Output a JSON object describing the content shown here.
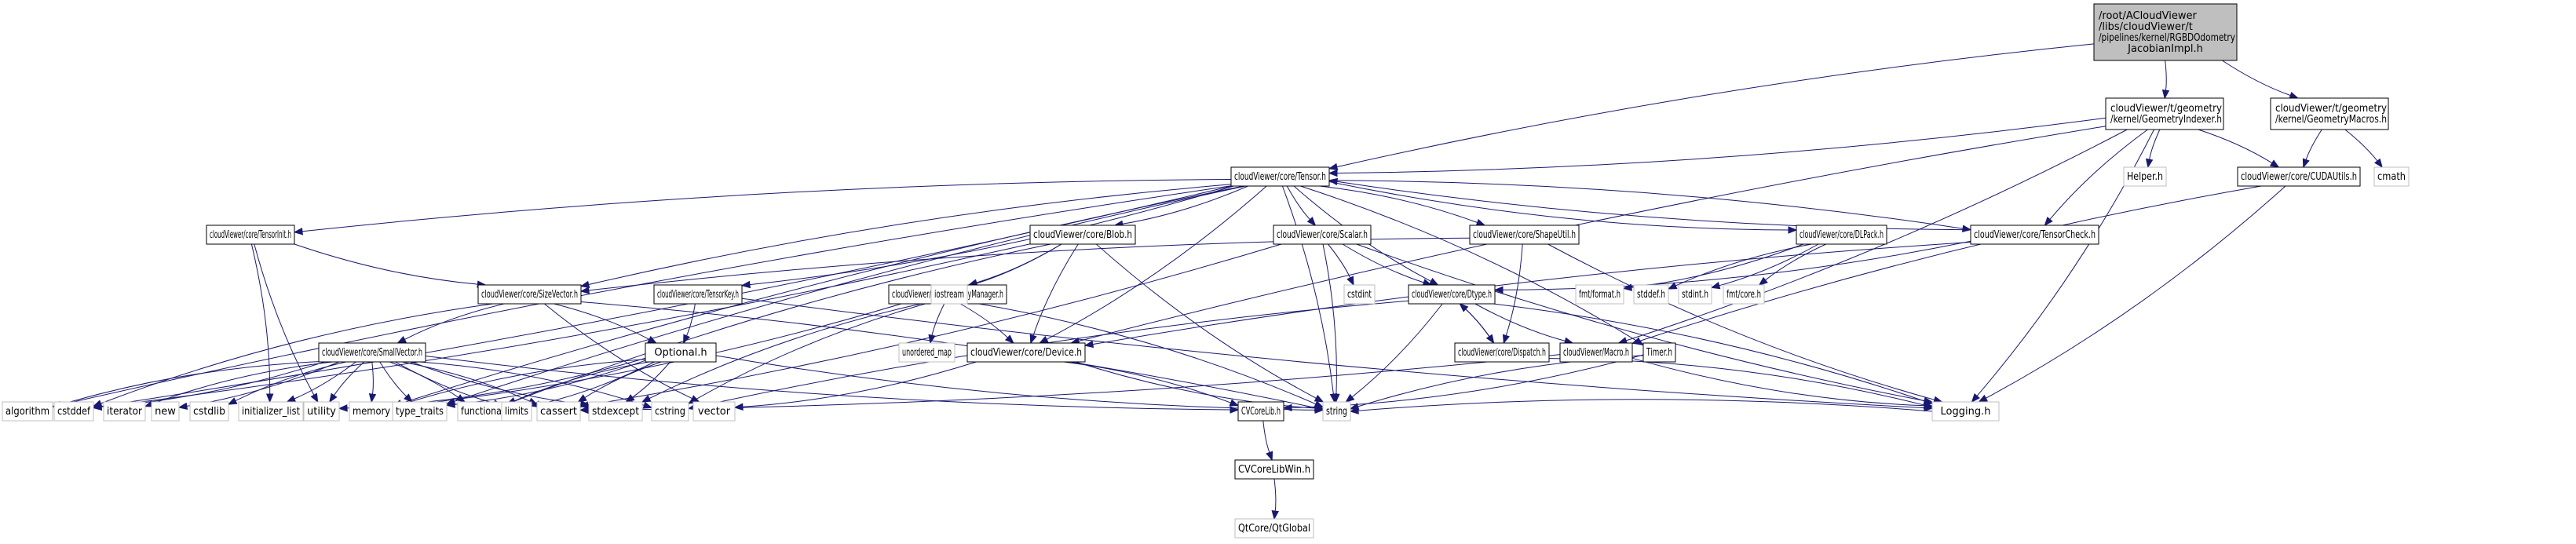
{
  "diagram": {
    "type": "include-dependency-graph",
    "colors": {
      "edge": "#191970",
      "main_fill": "#bfbfbf",
      "doc_border": "#000000",
      "ext_border": "#bfbfbf"
    },
    "nodes": [
      {
        "id": "root",
        "kind": "main",
        "lines": [
          "/root/ACloudViewer",
          "/libs/cloudViewer/t",
          "/pipelines/kernel/RGBDOdometry",
          "JacobianImpl.h"
        ]
      },
      {
        "id": "geomindexer",
        "kind": "doc",
        "lines": [
          "cloudViewer/t/geometry",
          "/kernel/GeometryIndexer.h"
        ]
      },
      {
        "id": "geommacros",
        "kind": "doc",
        "lines": [
          "cloudViewer/t/geometry",
          "/kernel/GeometryMacros.h"
        ]
      },
      {
        "id": "tensor",
        "kind": "doc",
        "lines": [
          "cloudViewer/core/Tensor.h"
        ]
      },
      {
        "id": "helper",
        "kind": "ext",
        "lines": [
          "Helper.h"
        ]
      },
      {
        "id": "cudautils",
        "kind": "doc",
        "lines": [
          "cloudViewer/core/CUDAUtils.h"
        ]
      },
      {
        "id": "cmath",
        "kind": "ext",
        "lines": [
          "cmath"
        ]
      },
      {
        "id": "tensorinit",
        "kind": "doc",
        "lines": [
          "cloudViewer/core/TensorInit.h"
        ]
      },
      {
        "id": "blob",
        "kind": "doc",
        "lines": [
          "cloudViewer/core/Blob.h"
        ]
      },
      {
        "id": "scalar",
        "kind": "doc",
        "lines": [
          "cloudViewer/core/Scalar.h"
        ]
      },
      {
        "id": "shapeutil",
        "kind": "doc",
        "lines": [
          "cloudViewer/core/ShapeUtil.h"
        ]
      },
      {
        "id": "dlpack",
        "kind": "doc",
        "lines": [
          "cloudViewer/core/DLPack.h"
        ]
      },
      {
        "id": "tensorcheck",
        "kind": "doc",
        "lines": [
          "cloudViewer/core/TensorCheck.h"
        ]
      },
      {
        "id": "sizevector",
        "kind": "doc",
        "lines": [
          "cloudViewer/core/SizeVector.h"
        ]
      },
      {
        "id": "tensorkey",
        "kind": "doc",
        "lines": [
          "cloudViewer/core/TensorKey.h"
        ]
      },
      {
        "id": "memorymanager",
        "kind": "doc",
        "lines": [
          "cloudViewer/core/MemoryManager.h"
        ]
      },
      {
        "id": "iostream",
        "kind": "ext",
        "lines": [
          "iostream"
        ]
      },
      {
        "id": "cstdint",
        "kind": "ext",
        "lines": [
          "cstdint"
        ]
      },
      {
        "id": "dtype",
        "kind": "doc",
        "lines": [
          "cloudViewer/core/Dtype.h"
        ]
      },
      {
        "id": "fmtformat",
        "kind": "ext",
        "lines": [
          "fmt/format.h"
        ]
      },
      {
        "id": "stddef",
        "kind": "ext",
        "lines": [
          "stddef.h"
        ]
      },
      {
        "id": "stdint",
        "kind": "ext",
        "lines": [
          "stdint.h"
        ]
      },
      {
        "id": "fmtcore",
        "kind": "ext",
        "lines": [
          "fmt/core.h"
        ]
      },
      {
        "id": "smallvector",
        "kind": "doc",
        "lines": [
          "cloudViewer/core/SmallVector.h"
        ]
      },
      {
        "id": "optional",
        "kind": "doc",
        "lines": [
          "Optional.h"
        ]
      },
      {
        "id": "unordered_map",
        "kind": "ext",
        "lines": [
          "unordered_map"
        ]
      },
      {
        "id": "device",
        "kind": "doc",
        "lines": [
          "cloudViewer/core/Device.h"
        ]
      },
      {
        "id": "dispatch",
        "kind": "doc",
        "lines": [
          "cloudViewer/core/Dispatch.h"
        ]
      },
      {
        "id": "macro",
        "kind": "doc",
        "lines": [
          "cloudViewer/Macro.h"
        ]
      },
      {
        "id": "timer",
        "kind": "doc",
        "lines": [
          "Timer.h"
        ]
      },
      {
        "id": "algorithm",
        "kind": "ext",
        "lines": [
          "algorithm"
        ]
      },
      {
        "id": "cstddef",
        "kind": "ext",
        "lines": [
          "cstddef"
        ]
      },
      {
        "id": "iterator",
        "kind": "ext",
        "lines": [
          "iterator"
        ]
      },
      {
        "id": "new",
        "kind": "ext",
        "lines": [
          "new"
        ]
      },
      {
        "id": "cstdlib",
        "kind": "ext",
        "lines": [
          "cstdlib"
        ]
      },
      {
        "id": "initializer_list",
        "kind": "ext",
        "lines": [
          "initializer_list"
        ]
      },
      {
        "id": "utility",
        "kind": "ext",
        "lines": [
          "utility"
        ]
      },
      {
        "id": "memory",
        "kind": "ext",
        "lines": [
          "memory"
        ]
      },
      {
        "id": "type_traits",
        "kind": "ext",
        "lines": [
          "type_traits"
        ]
      },
      {
        "id": "functional",
        "kind": "ext",
        "lines": [
          "functional"
        ]
      },
      {
        "id": "limits",
        "kind": "ext",
        "lines": [
          "limits"
        ]
      },
      {
        "id": "cassert",
        "kind": "ext",
        "lines": [
          "cassert"
        ]
      },
      {
        "id": "stdexcept",
        "kind": "ext",
        "lines": [
          "stdexcept"
        ]
      },
      {
        "id": "cstring",
        "kind": "ext",
        "lines": [
          "cstring"
        ]
      },
      {
        "id": "vector",
        "kind": "ext",
        "lines": [
          "vector"
        ]
      },
      {
        "id": "cvcorelib",
        "kind": "doc",
        "lines": [
          "CVCoreLib.h"
        ]
      },
      {
        "id": "string",
        "kind": "ext",
        "lines": [
          "string"
        ]
      },
      {
        "id": "logging",
        "kind": "ext",
        "lines": [
          "Logging.h"
        ]
      },
      {
        "id": "cvcorelibwin",
        "kind": "doc",
        "lines": [
          "CVCoreLibWin.h"
        ]
      },
      {
        "id": "qtglobal",
        "kind": "ext",
        "lines": [
          "QtCore/QtGlobal"
        ]
      }
    ],
    "edges": [
      [
        "root",
        "tensor"
      ],
      [
        "root",
        "geomindexer"
      ],
      [
        "root",
        "geommacros"
      ],
      [
        "geomindexer",
        "tensor"
      ],
      [
        "geomindexer",
        "helper"
      ],
      [
        "geomindexer",
        "cudautils"
      ],
      [
        "geomindexer",
        "tensorcheck"
      ],
      [
        "geomindexer",
        "logging"
      ],
      [
        "geomindexer",
        "device"
      ],
      [
        "geomindexer",
        "macro"
      ],
      [
        "geommacros",
        "cudautils"
      ],
      [
        "geommacros",
        "cmath"
      ],
      [
        "cudautils",
        "macro"
      ],
      [
        "cudautils",
        "logging"
      ],
      [
        "tensor",
        "tensorinit"
      ],
      [
        "tensor",
        "blob"
      ],
      [
        "tensor",
        "scalar"
      ],
      [
        "tensor",
        "shapeutil"
      ],
      [
        "tensor",
        "dlpack"
      ],
      [
        "tensor",
        "tensorcheck"
      ],
      [
        "tensor",
        "sizevector"
      ],
      [
        "tensor",
        "tensorkey"
      ],
      [
        "tensor",
        "dtype"
      ],
      [
        "tensor",
        "device"
      ],
      [
        "tensor",
        "algorithm"
      ],
      [
        "tensor",
        "cstddef"
      ],
      [
        "tensor",
        "memory"
      ],
      [
        "tensor",
        "string"
      ],
      [
        "tensor",
        "type_traits"
      ],
      [
        "tensor",
        "timer"
      ],
      [
        "tensorinit",
        "sizevector"
      ],
      [
        "tensorinit",
        "initializer_list"
      ],
      [
        "tensorinit",
        "utility"
      ],
      [
        "blob",
        "memorymanager"
      ],
      [
        "blob",
        "device"
      ],
      [
        "blob",
        "iostream"
      ],
      [
        "blob",
        "string"
      ],
      [
        "blob",
        "cstddef"
      ],
      [
        "blob",
        "functional"
      ],
      [
        "scalar",
        "cstdint"
      ],
      [
        "scalar",
        "dtype"
      ],
      [
        "scalar",
        "string"
      ],
      [
        "scalar",
        "logging"
      ],
      [
        "scalar",
        "cassert"
      ],
      [
        "shapeutil",
        "sizevector"
      ],
      [
        "shapeutil",
        "dispatch"
      ],
      [
        "shapeutil",
        "logging"
      ],
      [
        "dlpack",
        "fmtformat"
      ],
      [
        "dlpack",
        "stddef"
      ],
      [
        "dlpack",
        "stdint"
      ],
      [
        "dlpack",
        "fmtcore"
      ],
      [
        "tensorcheck",
        "dtype"
      ],
      [
        "tensorcheck",
        "device"
      ],
      [
        "tensorcheck",
        "tensor"
      ],
      [
        "sizevector",
        "smallvector"
      ],
      [
        "sizevector",
        "optional"
      ],
      [
        "sizevector",
        "cstddef"
      ],
      [
        "sizevector",
        "string"
      ],
      [
        "sizevector",
        "vector"
      ],
      [
        "tensorkey",
        "optional"
      ],
      [
        "tensorkey",
        "logging"
      ],
      [
        "memorymanager",
        "device"
      ],
      [
        "memorymanager",
        "unordered_map"
      ],
      [
        "memorymanager",
        "memory"
      ],
      [
        "memorymanager",
        "stdexcept"
      ],
      [
        "memorymanager",
        "string"
      ],
      [
        "memorymanager",
        "cstring"
      ],
      [
        "dtype",
        "dispatch"
      ],
      [
        "dtype",
        "macro"
      ],
      [
        "dtype",
        "string"
      ],
      [
        "dtype",
        "cstring"
      ],
      [
        "dtype",
        "logging"
      ],
      [
        "dispatch",
        "dtype"
      ],
      [
        "dispatch",
        "logging"
      ],
      [
        "smallvector",
        "algorithm"
      ],
      [
        "smallvector",
        "cstddef"
      ],
      [
        "smallvector",
        "iterator"
      ],
      [
        "smallvector",
        "new"
      ],
      [
        "smallvector",
        "cstdlib"
      ],
      [
        "smallvector",
        "initializer_list"
      ],
      [
        "smallvector",
        "utility"
      ],
      [
        "smallvector",
        "memory"
      ],
      [
        "smallvector",
        "type_traits"
      ],
      [
        "smallvector",
        "functional"
      ],
      [
        "smallvector",
        "limits"
      ],
      [
        "smallvector",
        "cassert"
      ],
      [
        "smallvector",
        "stdexcept"
      ],
      [
        "smallvector",
        "cstring"
      ],
      [
        "smallvector",
        "cvcorelib"
      ],
      [
        "optional",
        "utility"
      ],
      [
        "optional",
        "memory"
      ],
      [
        "optional",
        "type_traits"
      ],
      [
        "optional",
        "functional"
      ],
      [
        "optional",
        "limits"
      ],
      [
        "optional",
        "cassert"
      ],
      [
        "optional",
        "stdexcept"
      ],
      [
        "optional",
        "string"
      ],
      [
        "device",
        "vector"
      ],
      [
        "device",
        "string"
      ],
      [
        "device",
        "cvcorelib"
      ],
      [
        "macro",
        "logging"
      ],
      [
        "macro",
        "cassert"
      ],
      [
        "timer",
        "string"
      ],
      [
        "timer",
        "cvcorelib"
      ],
      [
        "cvcorelib",
        "cvcorelibwin"
      ],
      [
        "cvcorelibwin",
        "qtglobal"
      ],
      [
        "logging",
        "string"
      ]
    ]
  }
}
